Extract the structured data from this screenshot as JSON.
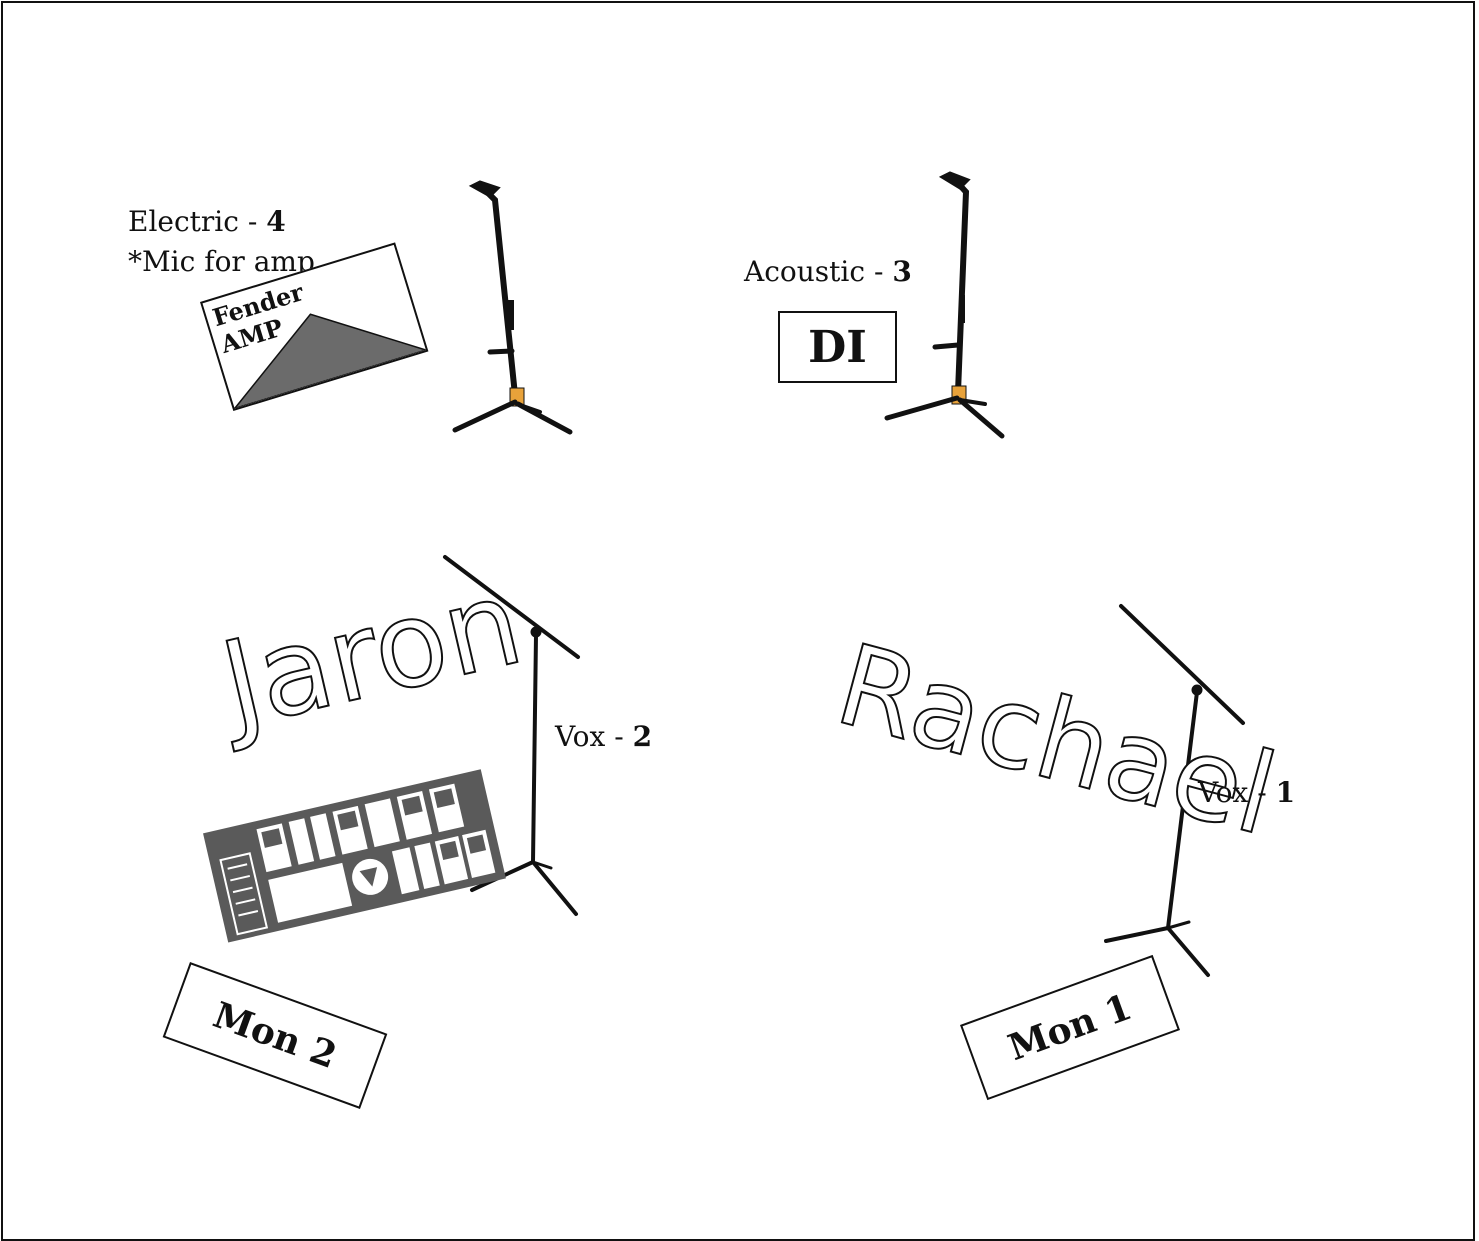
{
  "electric": {
    "line1": "Electric - ",
    "channel": "4",
    "note": "*Mic for amp"
  },
  "amp": {
    "line1": "Fender",
    "line2": "AMP"
  },
  "acoustic": {
    "line1": "Acoustic - ",
    "channel": "3"
  },
  "di": {
    "label": "DI"
  },
  "performers": [
    {
      "name": "Jaron"
    },
    {
      "name": "Rachael"
    }
  ],
  "vox2": {
    "text": "Vox - ",
    "channel": "2"
  },
  "vox1": {
    "text": "Vox - ",
    "channel": "1"
  },
  "monitors": [
    {
      "label": "Mon 2"
    },
    {
      "label": "Mon 1"
    }
  ],
  "colors": {
    "ink": "#111111",
    "amp_fill": "#6b6b6b",
    "pedalboard": "#5a5a5a",
    "stand_yoke": "#e8a23a"
  }
}
